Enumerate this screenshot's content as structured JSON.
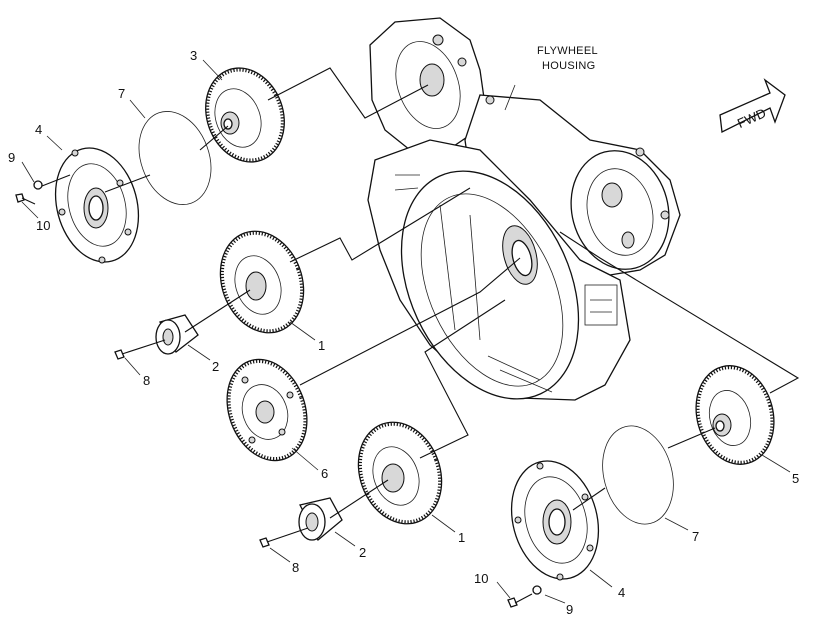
{
  "labels": {
    "housing_line1": "FLYWHEEL",
    "housing_line2": "HOUSING",
    "fwd": "FWD",
    "gear1a": "1",
    "gear1b": "1",
    "bearing2a": "2",
    "bearing2b": "2",
    "gear3": "3",
    "plate4a": "4",
    "plate4b": "4",
    "gear5": "5",
    "gear6": "6",
    "ring7a": "7",
    "ring7b": "7",
    "bolt8a": "8",
    "bolt8b": "8",
    "washer9a": "9",
    "washer9b": "9",
    "bolt10a": "10",
    "bolt10b": "10"
  }
}
